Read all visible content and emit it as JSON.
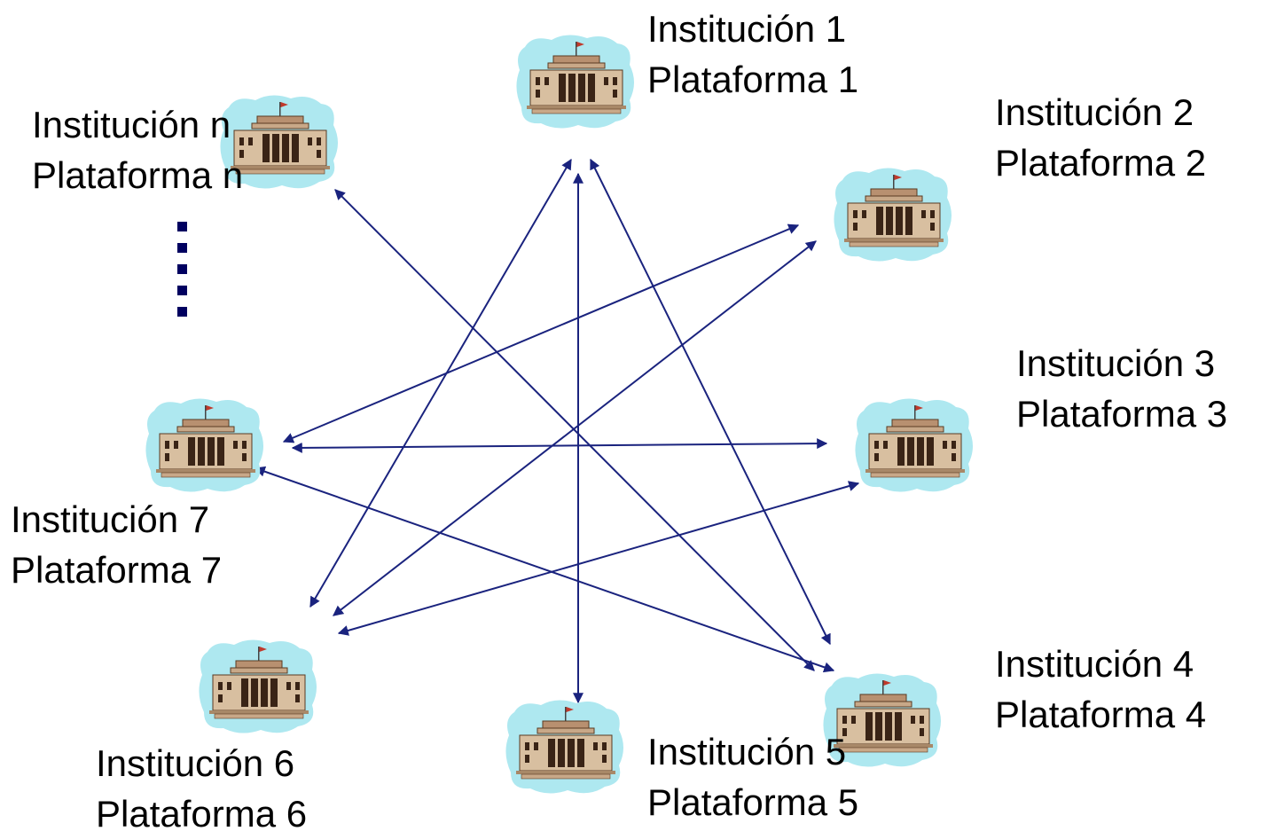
{
  "diagram": {
    "colors": {
      "arrow": "#1a237e",
      "cloud": "#aee8f0",
      "building": "#c8a888",
      "dots": "#000060"
    },
    "nodes": [
      {
        "id": "1",
        "institucion": "Institución 1",
        "plataforma": "Plataforma 1",
        "icon": "government-building-icon"
      },
      {
        "id": "2",
        "institucion": "Institución 2",
        "plataforma": "Plataforma 2",
        "icon": "government-building-icon"
      },
      {
        "id": "3",
        "institucion": "Institución 3",
        "plataforma": "Plataforma 3",
        "icon": "government-building-icon"
      },
      {
        "id": "4",
        "institucion": "Institución 4",
        "plataforma": "Plataforma 4",
        "icon": "government-building-icon"
      },
      {
        "id": "5",
        "institucion": "Institución 5",
        "plataforma": "Plataforma 5",
        "icon": "government-building-icon"
      },
      {
        "id": "6",
        "institucion": "Institución 6",
        "plataforma": "Plataforma 6",
        "icon": "government-building-icon"
      },
      {
        "id": "7",
        "institucion": "Institución 7",
        "plataforma": "Plataforma 7",
        "icon": "government-building-icon"
      },
      {
        "id": "n",
        "institucion": "Institución n",
        "plataforma": "Plataforma n",
        "icon": "government-building-icon"
      }
    ],
    "connections": [
      {
        "from": "1",
        "to": "5",
        "bidirectional": true
      },
      {
        "from": "1",
        "to": "6",
        "bidirectional": true
      },
      {
        "from": "1",
        "to": "4",
        "bidirectional": true
      },
      {
        "from": "2",
        "to": "7",
        "bidirectional": true
      },
      {
        "from": "2",
        "to": "6",
        "bidirectional": true
      },
      {
        "from": "3",
        "to": "7",
        "bidirectional": true
      },
      {
        "from": "3",
        "to": "6",
        "bidirectional": true
      },
      {
        "from": "4",
        "to": "7",
        "bidirectional": true
      },
      {
        "from": "n",
        "to": "4",
        "bidirectional": true
      }
    ],
    "ellipsis": "vertical-dots"
  }
}
